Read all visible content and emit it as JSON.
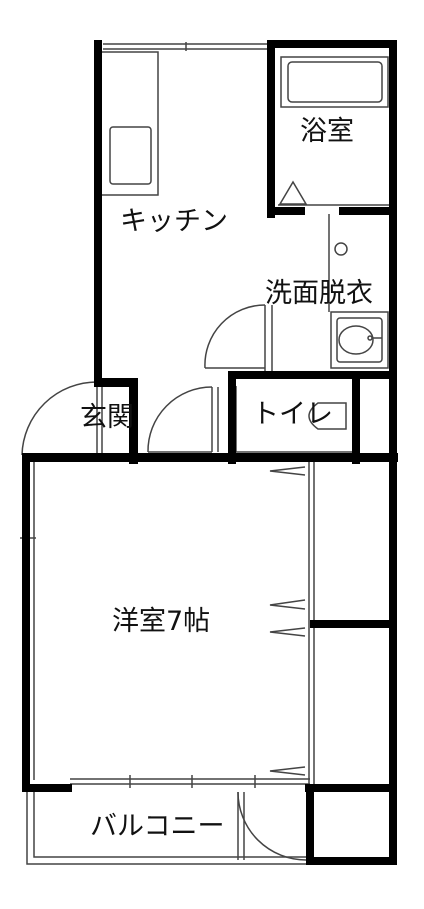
{
  "rooms": {
    "bath": "浴室",
    "kitchen": "キッチン",
    "washroom": "洗面脱衣",
    "entrance": "玄関",
    "toilet": "トイレ",
    "western_room": "洋室7帖",
    "balcony": "バルコニー"
  },
  "colors": {
    "wall": "#000000",
    "line": "#444444",
    "background": "#ffffff"
  }
}
